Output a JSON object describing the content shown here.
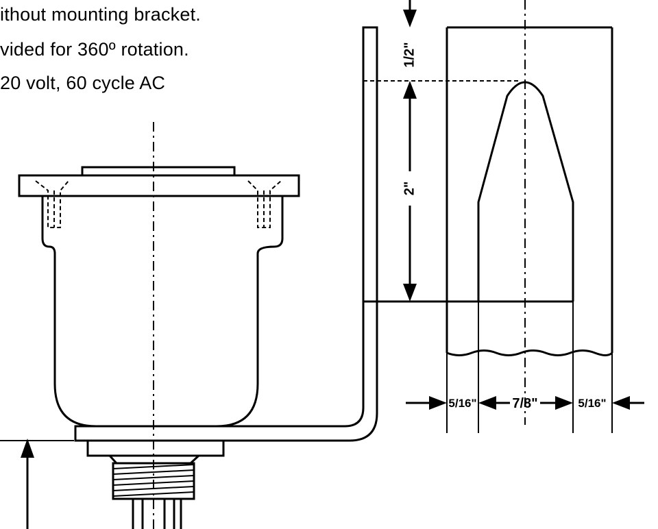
{
  "notes": [
    "ithout mounting bracket.",
    "vided for 360º rotation.",
    "20 volt, 60 cycle AC"
  ],
  "dimensions": {
    "top_gap": "1/2\"",
    "slot_height": "2\"",
    "left_margin": "5/16\"",
    "slot_width": "7/8\"",
    "right_margin": "5/16\""
  }
}
